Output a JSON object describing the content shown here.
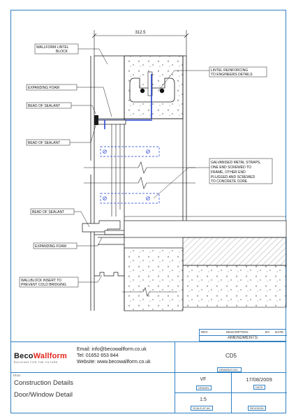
{
  "drawing": {
    "dimension": "312.5",
    "labels": {
      "wallform_lintel": [
        "WALLFORM LINTEL",
        "BLOCK"
      ],
      "expanding_foam_top": "EXPANDING FOAM",
      "bead_sealant_1": "BEAD OF SEALANT",
      "bead_sealant_2": "BEAD OF SEALANT",
      "lintel_reinforcing": [
        "LINTEL REINFORCING",
        "TO ENGINEERS DETAILS"
      ],
      "galvanised": [
        "GALVANISED METAL STRAPS,",
        "ONE END SCREWED TO",
        "FRAME, OTHER END",
        "PLUGGED AND SCREWED",
        "TO CONCRETE CORE"
      ],
      "bead_sealant_3": "BEAD OF SEALANT",
      "expanding_foam_bottom": "EXPANDING FOAM",
      "wallblock_insert": [
        "WALLBLOCK INSERT TO",
        "PREVENT COLD BRIDGING"
      ]
    },
    "colors": {
      "line": "#1a1a1a",
      "accent": "#1f3fd1",
      "border": "#2f7fc1",
      "hatch": "#444444"
    }
  },
  "amendments": {
    "rev_label": "REV:",
    "desc_label": "DESCRIPTION:",
    "by_label": "BY:",
    "date_label": "DATE:",
    "title": "AMENDMENTS:"
  },
  "title_block": {
    "logo_beco": "Beco",
    "logo_wallform": "Wallform",
    "tagline": "BUILDING FOR THE FUTURE",
    "email": "Email: info@becowallform.co.uk",
    "tel": "Tel: 01652 653 844",
    "website": "Website: www.becowallform.co.uk",
    "drawing_no": "CD5",
    "drawing_no_label": "DRAWING NO.:",
    "title_label": "TITLE:",
    "title_line1": "Construction Details",
    "title_line2": "Door/Window Detail",
    "drawn": "VF",
    "drawn_label": "DRAWN:",
    "date": "17/08/2009",
    "date_label": "DATE:",
    "scale": "1:5",
    "scale_label": "SCALE AT A4:",
    "revision_label": "REVISION:",
    "colors": {
      "beco": "#1a1a1a",
      "wallform": "#e2261b",
      "border": "#2f7fc1"
    }
  }
}
